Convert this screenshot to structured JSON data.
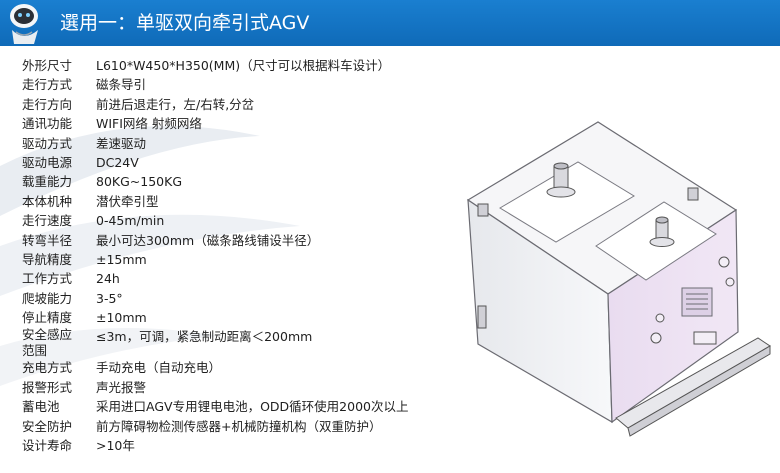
{
  "header": {
    "title": "選用一：单驱双向牵引式AGV",
    "logo_icon": "robot-logo-icon",
    "bg_color": "#1577c8"
  },
  "specs": [
    {
      "label": "外形尺寸",
      "value": "L610*W450*H350(MM)（尺寸可以根据料车设计）"
    },
    {
      "label": "走行方式",
      "value": "磁条导引"
    },
    {
      "label": "走行方向",
      "value": "前进后退走行，左/右转,分岔"
    },
    {
      "label": "通讯功能",
      "value": "WIFI网络 射频网络"
    },
    {
      "label": "驱动方式",
      "value": "差速驱动"
    },
    {
      "label": "驱动电源",
      "value": "DC24V"
    },
    {
      "label": "载重能力",
      "value": "80KG~150KG"
    },
    {
      "label": "本体机种",
      "value": "潜伏牵引型"
    },
    {
      "label": "走行速度",
      "value": "0-45m/min"
    },
    {
      "label": "转弯半径",
      "value": "最小可达300mm（磁条路线铺设半径）"
    },
    {
      "label": "导航精度",
      "value": "±15mm"
    },
    {
      "label": "工作方式",
      "value": "24h"
    },
    {
      "label": "爬坡能力",
      "value": "3-5°"
    },
    {
      "label": "停止精度",
      "value": "±10mm"
    },
    {
      "label": "安全感应范围",
      "value": "≤3m，可调，紧急制动距离＜200mm"
    },
    {
      "label": "充电方式",
      "value": "手动充电（自动充电）"
    },
    {
      "label": "报警形式",
      "value": "声光报警"
    },
    {
      "label": "蓄电池",
      "value": "采用进口AGV专用锂电电池，ODD循环使用2000次以上"
    },
    {
      "label": "安全防护",
      "value": "前方障碍物检测传感器+机械防撞机构（双重防护）"
    },
    {
      "label": "设计寿命",
      "value": ">10年"
    }
  ],
  "image": {
    "icon": "agv-cart-illustration-icon"
  }
}
